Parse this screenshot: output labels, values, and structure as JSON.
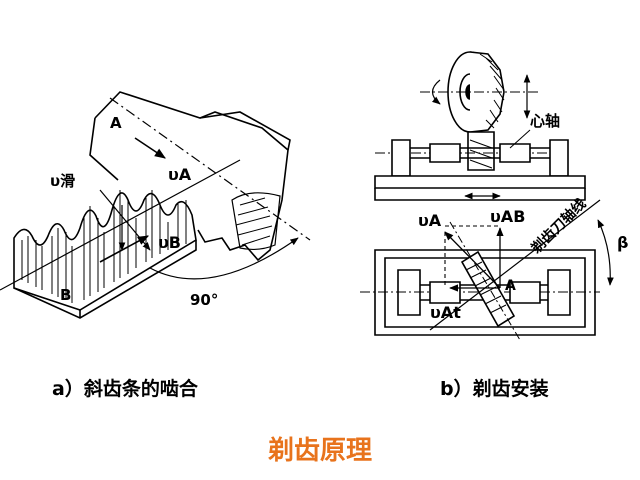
{
  "figure_a": {
    "label_A": "A",
    "label_B": "B",
    "v_slide": "υ滑",
    "v_A": "υA",
    "v_B": "υB",
    "angle": "90°",
    "caption": "a）斜齿条的啮合"
  },
  "figure_b": {
    "label_axis": "心轴",
    "label_A": "A",
    "v_A": "υA",
    "v_AB": "υAB",
    "v_At": "υAt",
    "tool_axis": "剃齿刀轴线",
    "beta": "β",
    "caption": "b）剃齿安装"
  },
  "title": "剃齿原理",
  "colors": {
    "title": "#e8731c",
    "ink": "#000000"
  }
}
